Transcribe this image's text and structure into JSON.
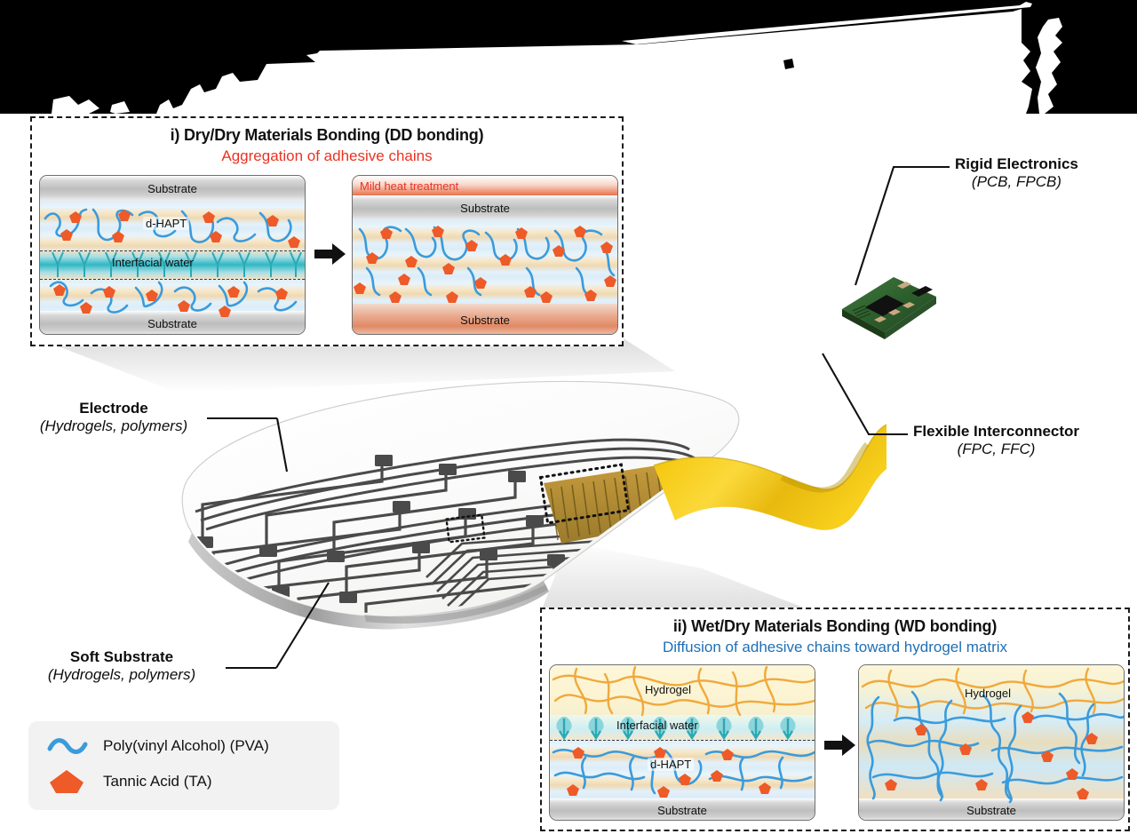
{
  "figure": {
    "title_hidden": "",
    "colors": {
      "pva_blue": "#3a9bdc",
      "ta_orange": "#ee5a28",
      "hydrogel_orange": "#f0a93c",
      "water_teal": "#2fb8c4",
      "red_text": "#ea3323",
      "blue_text": "#1f6fb5",
      "pcb_green": "#2d5b2d",
      "fpc_yellow": "#f2c200"
    }
  },
  "panel_dd": {
    "title": "i) Dry/Dry Materials Bonding (DD bonding)",
    "subtitle": "Aggregation of adhesive chains",
    "left_cell": {
      "top_substrate": "Substrate",
      "adhesive_label": "d-HAPT",
      "interface_label": "Interfacial water",
      "bottom_substrate": "Substrate"
    },
    "right_cell": {
      "heat_label": "Mild heat treatment",
      "top_substrate": "Substrate",
      "bottom_substrate": "Substrate"
    },
    "arrow": "right-arrow"
  },
  "panel_wd": {
    "title": "ii) Wet/Dry Materials Bonding (WD bonding)",
    "subtitle": "Diffusion of adhesive chains toward hydrogel matrix",
    "left_cell": {
      "hydrogel_label": "Hydrogel",
      "interface_label": "Interfacial water",
      "adhesive_label": "d-HAPT",
      "substrate_label": "Substrate"
    },
    "right_cell": {
      "hydrogel_label": "Hydrogel",
      "substrate_label": "Substrate"
    },
    "arrow": "right-arrow"
  },
  "annotations": {
    "rigid_electronics": {
      "name": "Rigid Electronics",
      "detail": "(PCB, FPCB)"
    },
    "flexible_interconnector": {
      "name": "Flexible Interconnector",
      "detail": "(FPC, FFC)"
    },
    "electrode": {
      "name": "Electrode",
      "detail": "(Hydrogels, polymers)"
    },
    "soft_substrate": {
      "name": "Soft Substrate",
      "detail": "(Hydrogels, polymers)"
    }
  },
  "legend": {
    "items": [
      {
        "symbol": "wave-glyph",
        "label": "Poly(vinyl Alcohol) (PVA)"
      },
      {
        "symbol": "pentagon-glyph",
        "label": "Tannic Acid (TA)"
      }
    ]
  }
}
